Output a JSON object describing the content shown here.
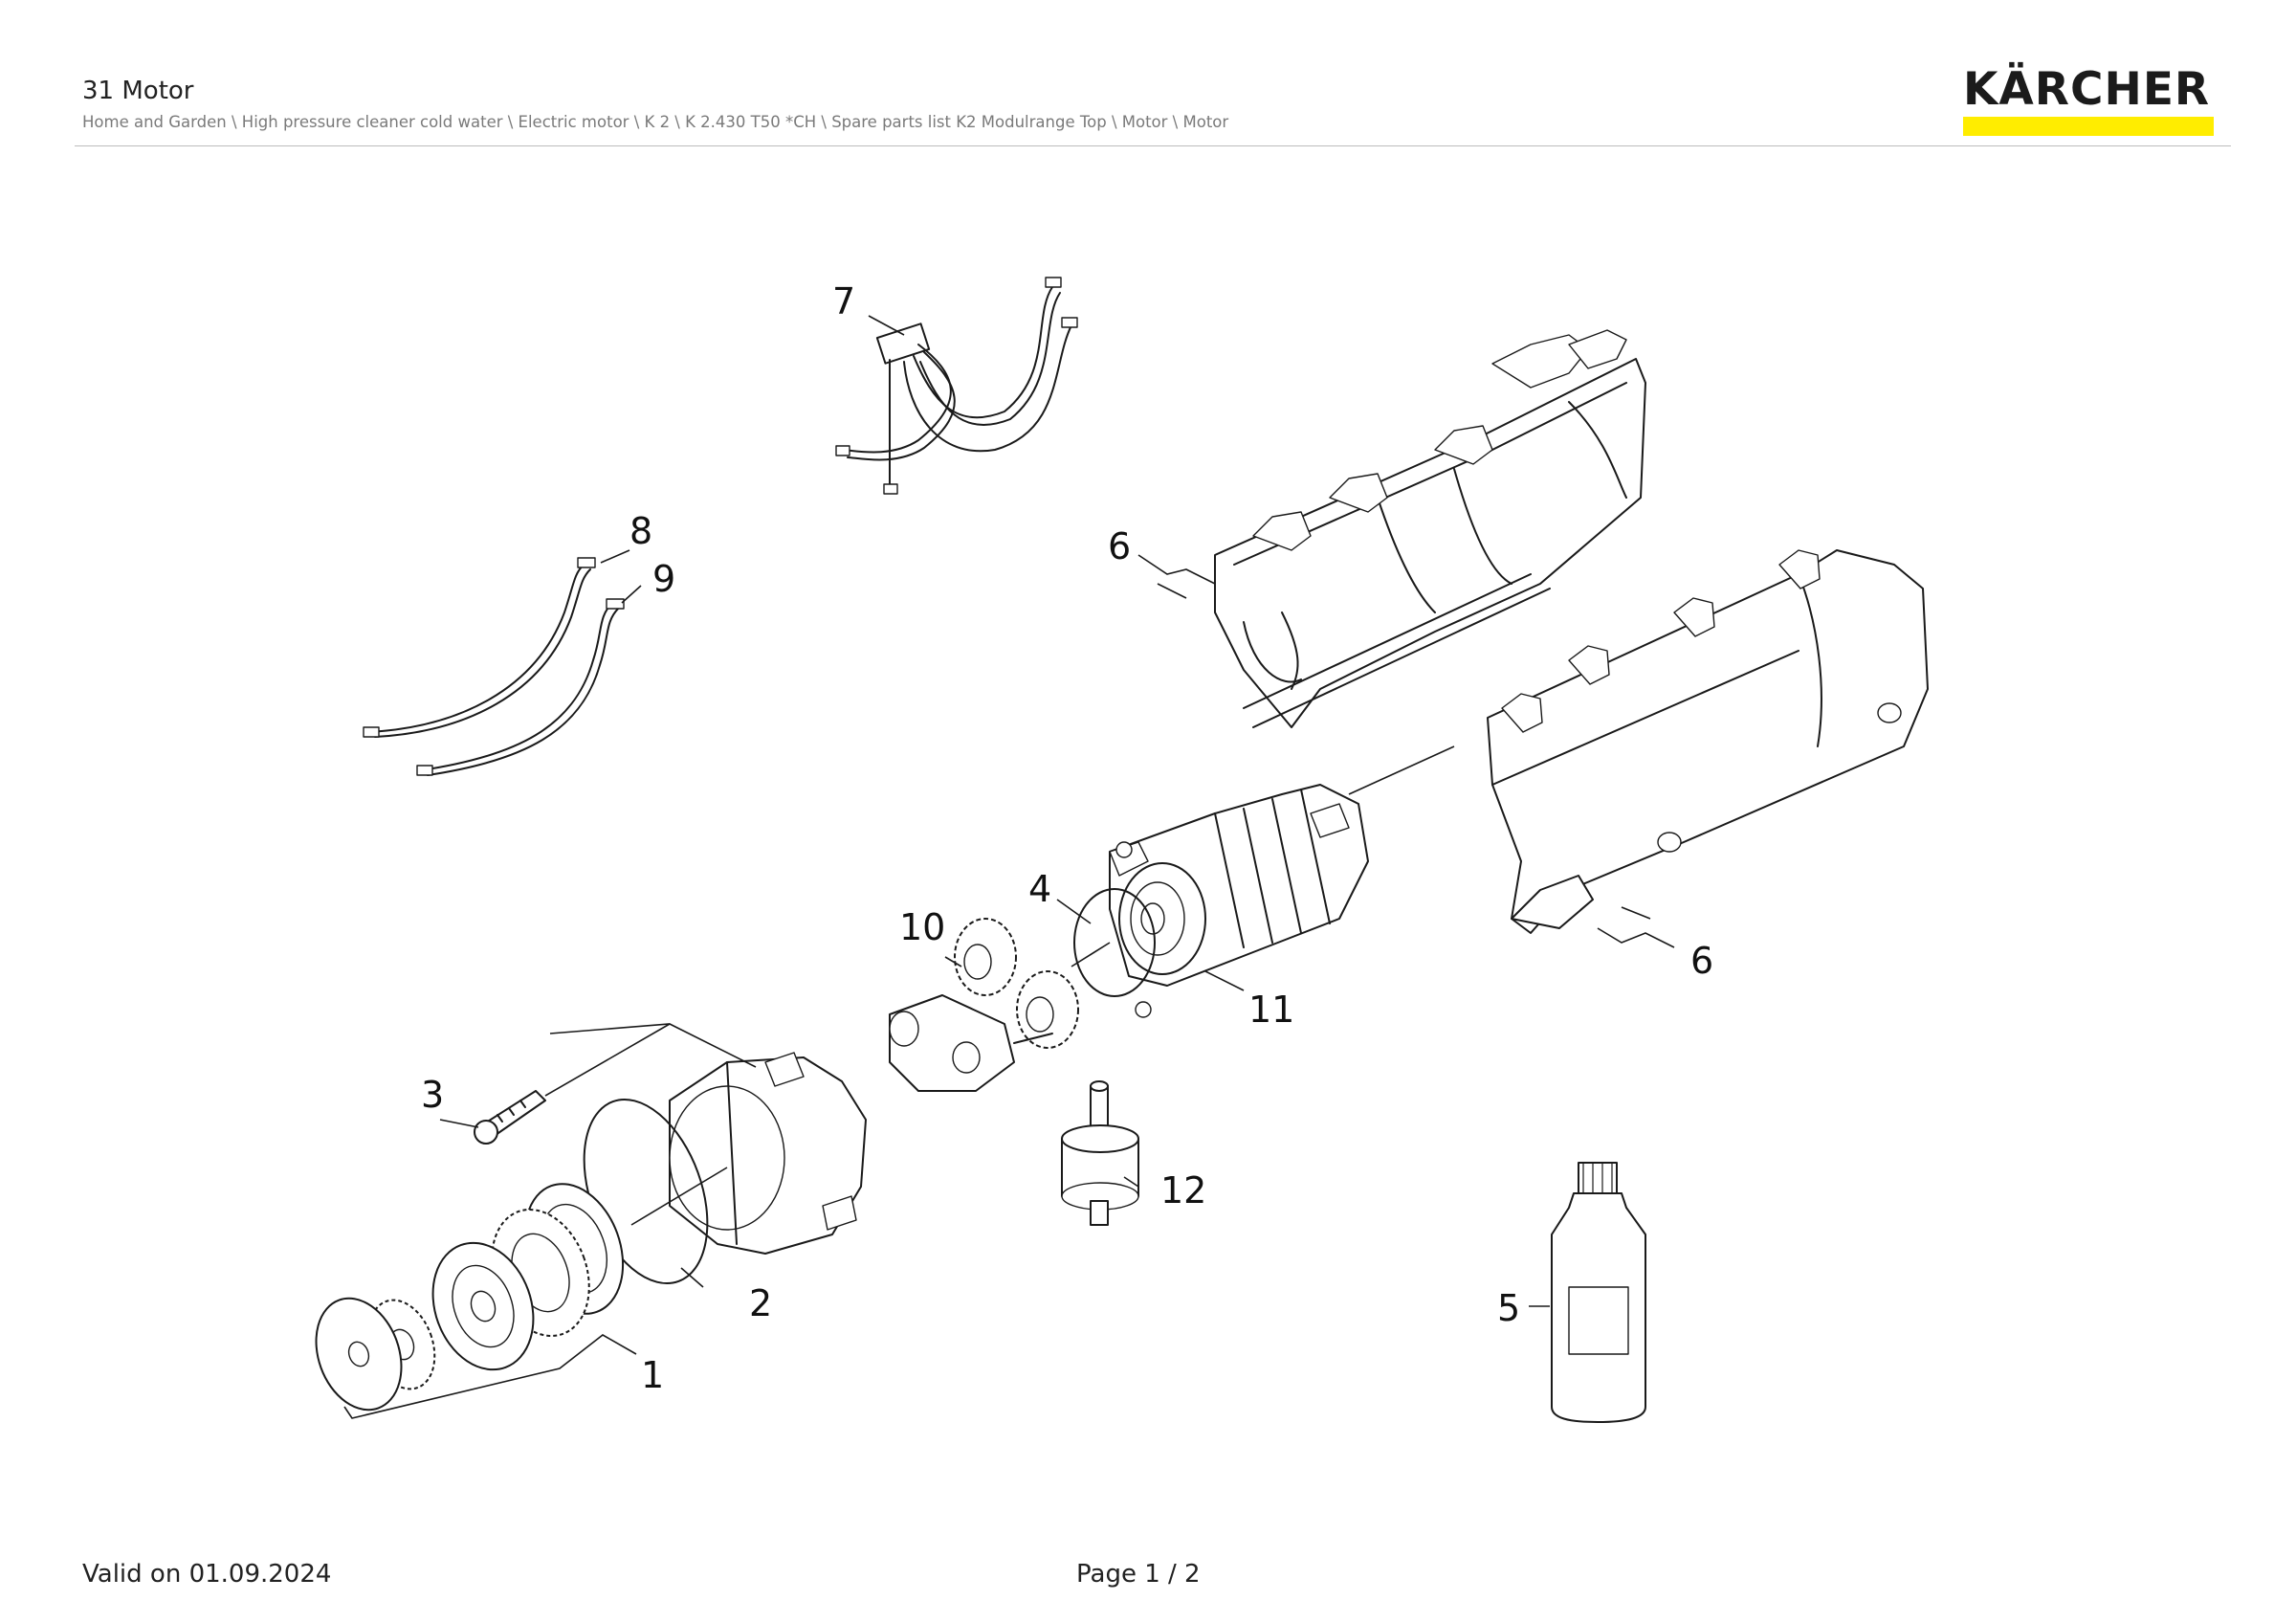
{
  "header": {
    "title": "31 Motor",
    "breadcrumb": "Home and Garden \\ High pressure cleaner cold water \\ Electric motor \\ K 2 \\ K 2.430 T50 *CH \\ Spare parts list K2 Modulrange Top \\ Motor \\ Motor"
  },
  "logo": {
    "text": "KÄRCHER",
    "bar_color": "#ffed00"
  },
  "parts": {
    "p1": "1",
    "p2": "2",
    "p3": "3",
    "p4": "4",
    "p5": "5",
    "p6a": "6",
    "p6b": "6",
    "p7": "7",
    "p8": "8",
    "p9": "9",
    "p10": "10",
    "p11": "11",
    "p12": "12"
  },
  "footer": {
    "valid": "Valid on 01.09.2024",
    "page": "Page 1 / 2"
  }
}
